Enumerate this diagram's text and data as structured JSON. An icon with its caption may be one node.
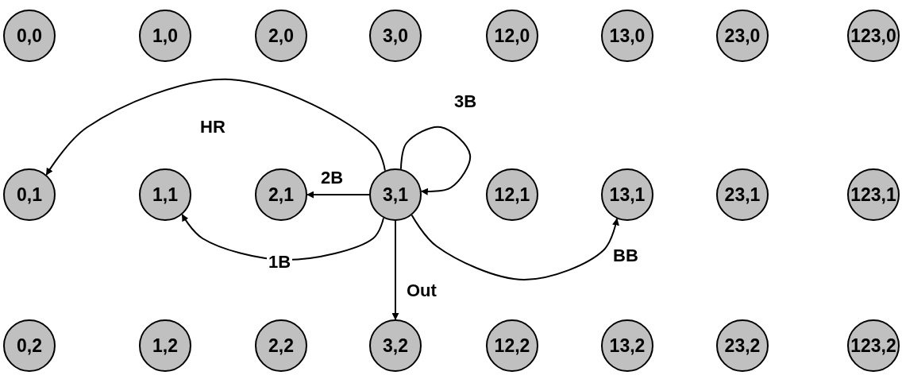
{
  "diagram": {
    "nodes": [
      {
        "text": [
          "0,0"
        ]
      },
      {
        "text": [
          "1,0"
        ]
      },
      {
        "text": [
          "2,0"
        ]
      },
      {
        "text": [
          "3,0"
        ]
      },
      {
        "text": [
          "12,0"
        ]
      },
      {
        "text": [
          "13,0"
        ]
      },
      {
        "text": [
          "23,0"
        ]
      },
      {
        "text": [
          "123,0"
        ]
      },
      {
        "text": [
          "0,1"
        ]
      },
      {
        "text": [
          "1,1"
        ]
      },
      {
        "text": [
          "2,1"
        ]
      },
      {
        "text": [
          "3,1"
        ]
      },
      {
        "text": [
          "12,1"
        ]
      },
      {
        "text": [
          "13,1"
        ]
      },
      {
        "text": [
          "23,1"
        ]
      },
      {
        "text": [
          "123,1"
        ]
      },
      {
        "text": [
          "0,2"
        ]
      },
      {
        "text": [
          "1,2"
        ]
      },
      {
        "text": [
          "2,2"
        ]
      },
      {
        "text": [
          "3,2"
        ]
      },
      {
        "text": [
          "12,2"
        ]
      },
      {
        "text": [
          "13,2"
        ]
      },
      {
        "text": [
          "23,2"
        ]
      },
      {
        "text": [
          "123,2"
        ]
      }
    ],
    "edges": [
      {
        "from": 11,
        "to": 8,
        "arrow": "to",
        "label": "HR"
      },
      {
        "from": 11,
        "to": 9,
        "arrow": "to",
        "label": "1B"
      },
      {
        "from": 11,
        "to": 10,
        "arrow": "to",
        "label": "2B"
      },
      {
        "from": 11,
        "to": 11,
        "arrow": "to",
        "label": "3B"
      },
      {
        "from": 11,
        "to": 13,
        "arrow": "to",
        "label": "BB"
      },
      {
        "from": 11,
        "to": 19,
        "arrow": "to",
        "label": "Out"
      }
    ]
  }
}
